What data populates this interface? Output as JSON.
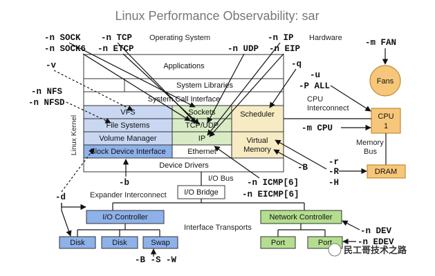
{
  "title": "Linux Performance Observability: sar",
  "labels": {
    "operating_system": "Operating System",
    "hardware": "Hardware",
    "linux_kernel": "Linux Kernel",
    "io_bus": "I/O Bus",
    "expander_interconnect": "Expander Interconnect",
    "interface_transports": "Interface Transports",
    "cpu_interconnect_1": "CPU",
    "cpu_interconnect_2": "Interconnect",
    "memory_bus_1": "Memory",
    "memory_bus_2": "Bus"
  },
  "boxes": {
    "applications": "Applications",
    "system_libraries": "System Libraries",
    "system_call_interface": "System Call Interface",
    "vfs": "VFS",
    "file_systems": "File Systems",
    "volume_manager": "Volume Manager",
    "block_device_interface": "Block Device Interface",
    "sockets": "Sockets",
    "tcp_udp": "TCP/UDP",
    "ip": "IP",
    "ethernet": "Ethernet",
    "scheduler": "Scheduler",
    "virtual": "Virtual",
    "memory": "Memory",
    "device_drivers": "Device Drivers",
    "io_bridge": "I/O Bridge",
    "io_controller": "I/O Controller",
    "disk_1": "Disk",
    "disk_2": "Disk",
    "swap": "Swap",
    "network_controller": "Network Controller",
    "port_1": "Port",
    "port_2": "Port",
    "fans": "Fans",
    "cpu": "CPU",
    "cpu_count": "1",
    "dram": "DRAM"
  },
  "flags": {
    "n_sock": "-n SOCK",
    "n_sock6": "-n SOCK6",
    "n_tcp": "-n TCP",
    "n_etcp": "-n ETCP",
    "n_ip": "-n IP",
    "n_udp": "-n UDP",
    "n_eip": "-n EIP",
    "m_fan": "-m FAN",
    "v": "-v",
    "q": "-q",
    "u": "-u",
    "p_all": "-P ALL",
    "n_nfs": "-n NFS",
    "n_nfsd": "-n NFSD",
    "m_cpu": "-m CPU",
    "r_lower": "-r",
    "r_upper": "-R",
    "h_upper": "-H",
    "b_upper": "-B",
    "b_lower": "-b",
    "d": "-d",
    "n_icmp": "-n ICMP[6]",
    "n_eicmp": "-n EICMP[6]",
    "n_dev": "-n DEV",
    "n_edev": "-n EDEV",
    "bsw": "-B  -S  -W"
  },
  "watermark": "民工哥技术之路",
  "colors": {
    "blue_fill": "#c9d7f2",
    "blue_dark": "#8eb1ea",
    "green_fill": "#d9ecc6",
    "green_dark": "#b4de8f",
    "yellow_fill": "#f7ebc4",
    "orange_fill": "#f6c77a",
    "orange_stroke": "#b77a1a"
  }
}
